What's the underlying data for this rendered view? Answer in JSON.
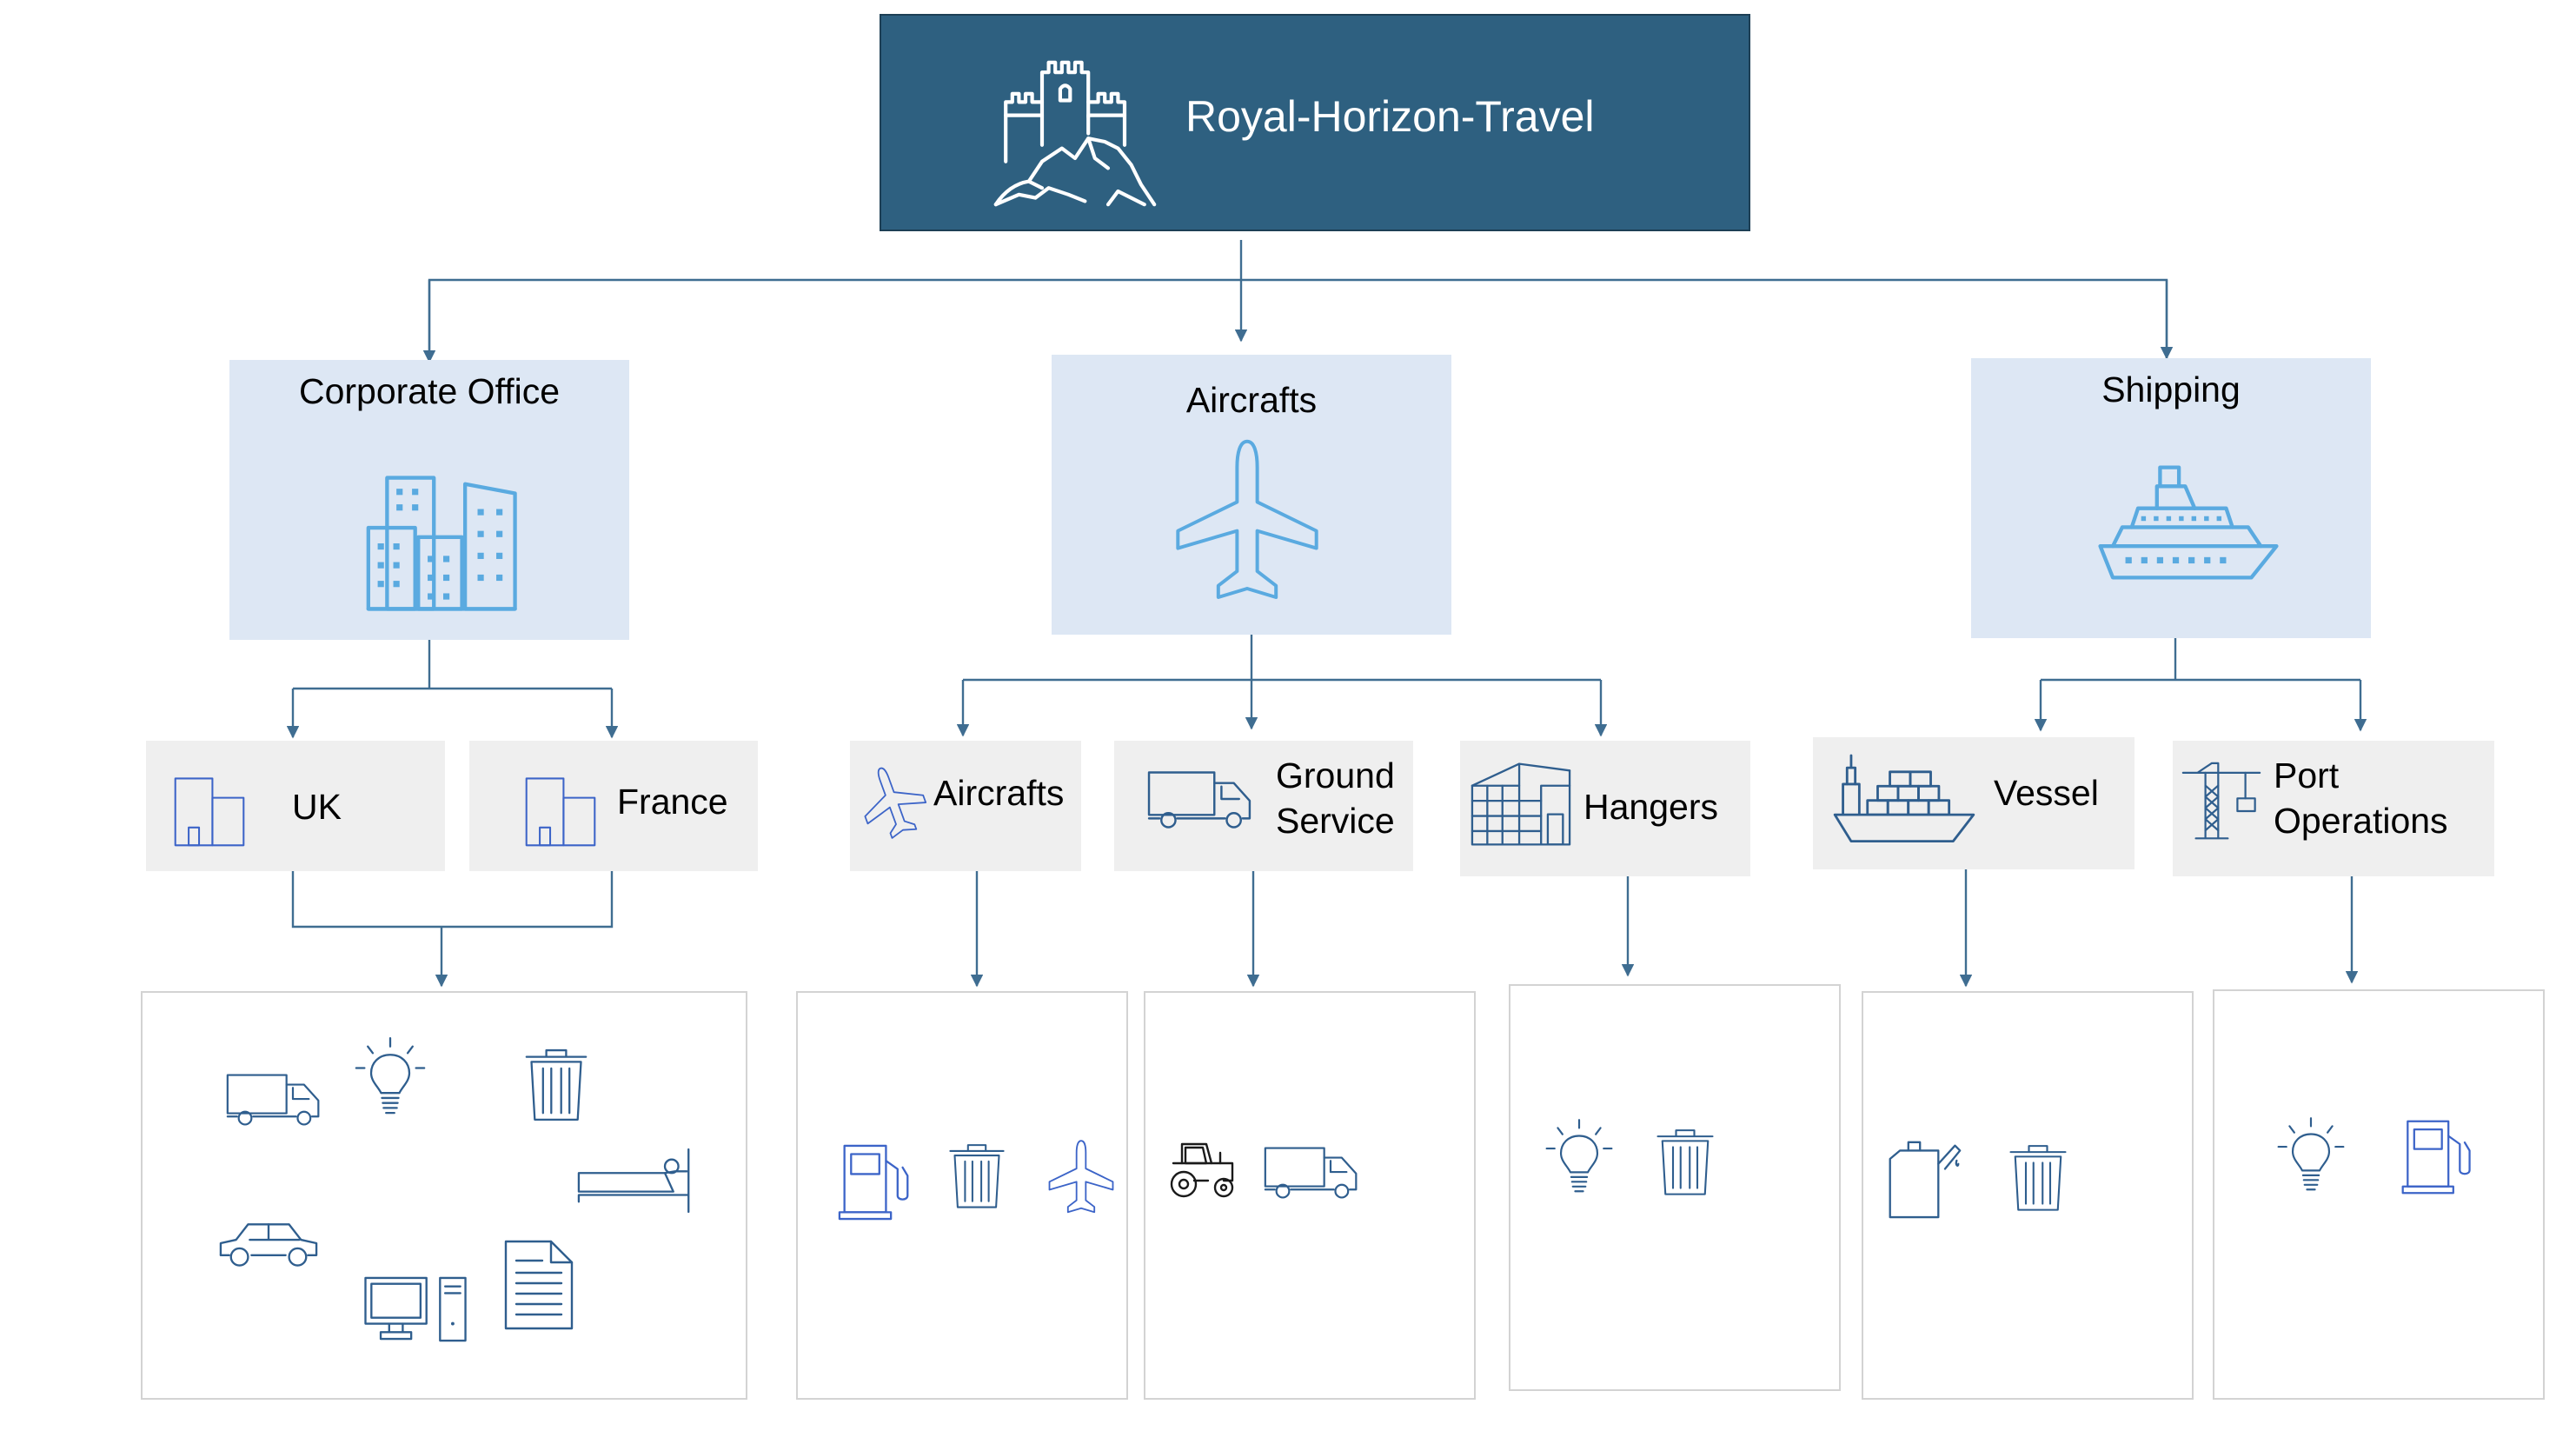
{
  "root": {
    "title": "Royal-Horizon-Travel",
    "icon": "castle-icon"
  },
  "categories": [
    {
      "id": "corporate",
      "title": "Corporate Office",
      "icon": "office-buildings-icon",
      "subs": [
        {
          "title": "UK",
          "icon": "building-icon"
        },
        {
          "title": "France",
          "icon": "building-icon"
        }
      ],
      "resources": [
        "truck-icon",
        "lightbulb-icon",
        "trash-icon",
        "bed-icon",
        "car-icon",
        "computer-icon",
        "document-icon"
      ]
    },
    {
      "id": "aircrafts",
      "title": "Aircrafts",
      "icon": "airplane-icon",
      "subs": [
        {
          "title": "Aircrafts",
          "icon": "airplane-icon"
        },
        {
          "title_line1": "Ground",
          "title_line2": "Service",
          "icon": "truck-icon"
        },
        {
          "title": "Hangers",
          "icon": "hangar-icon"
        }
      ],
      "resources": [
        [
          "fuel-pump-icon",
          "trash-icon",
          "airplane-icon"
        ],
        [
          "tractor-icon",
          "truck-icon"
        ],
        [
          "lightbulb-icon",
          "trash-icon"
        ]
      ]
    },
    {
      "id": "shipping",
      "title": "Shipping",
      "icon": "cruise-ship-icon",
      "subs": [
        {
          "title": "Vessel",
          "icon": "cargo-ship-icon"
        },
        {
          "title_line1": "Port",
          "title_line2": "Operations",
          "icon": "port-crane-icon"
        }
      ],
      "resources": [
        [
          "fuel-can-icon",
          "trash-icon"
        ],
        [
          "lightbulb-icon",
          "fuel-pump-icon"
        ]
      ]
    }
  ],
  "colors": {
    "root_fill": "#2E6080",
    "category_fill": "#DDE7F4",
    "sub_fill": "#EFEFEF",
    "connector": "#3F6D91",
    "icon_light": "#5AAAE0",
    "icon_dark": "#2F5E8E"
  }
}
